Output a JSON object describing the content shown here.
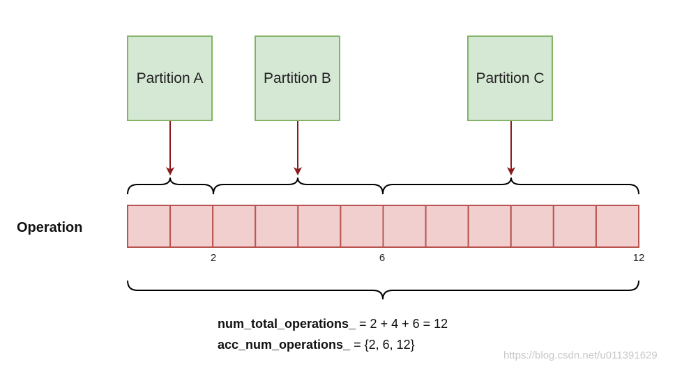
{
  "partitions": [
    {
      "label": "Partition A"
    },
    {
      "label": "Partition B"
    },
    {
      "label": "Partition C"
    }
  ],
  "row_label": "Operation",
  "operation_cell_count": 12,
  "ticks": [
    "2",
    "6",
    "12"
  ],
  "formula_total": {
    "variable": "num_total_operations_",
    "expression": " = 2 + 4 + 6 = 12"
  },
  "formula_acc": {
    "variable": "acc_num_operations_",
    "expression": " = {2, 6, 12}"
  },
  "watermark": "https://blog.csdn.net/u011391629",
  "colors": {
    "partition_fill": "#d5e8d4",
    "partition_border": "#82b366",
    "cell_fill": "#f2cfcf",
    "cell_border": "#b85450",
    "arrow": "#8b1a1a",
    "brace": "#000000"
  }
}
